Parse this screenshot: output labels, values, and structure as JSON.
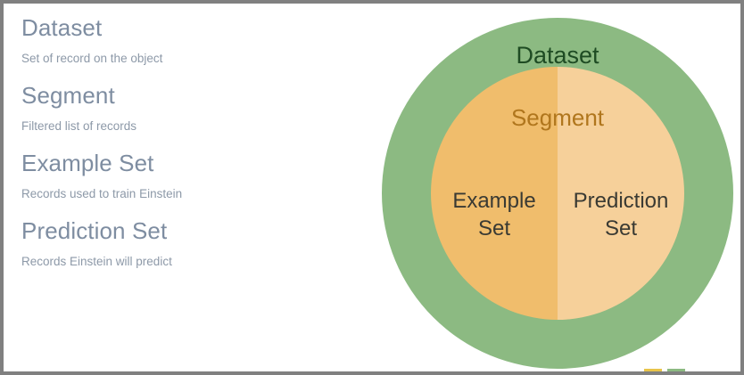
{
  "glossary": {
    "terms": [
      {
        "title": "Dataset",
        "desc": "Set of record on the object"
      },
      {
        "title": "Segment",
        "desc": "Filtered list of records"
      },
      {
        "title": "Example Set",
        "desc": "Records used to train Einstein"
      },
      {
        "title": "Prediction Set",
        "desc": "Records Einstein will predict"
      }
    ]
  },
  "diagram": {
    "outer_label": "Dataset",
    "middle_label": "Segment",
    "left_half_label": "Example\nSet",
    "right_half_label": "Prediction\nSet"
  },
  "colors": {
    "outer_circle": "#8cba82",
    "inner_left": "#f0bd6c",
    "inner_right": "#f6d09a",
    "dataset_text": "#1e4b23",
    "segment_text": "#b0761d",
    "half_text": "#3a3a33",
    "term_title": "#7e8da1",
    "term_desc": "#8d99a8",
    "frame": "#808080",
    "background": "#ffffff"
  }
}
